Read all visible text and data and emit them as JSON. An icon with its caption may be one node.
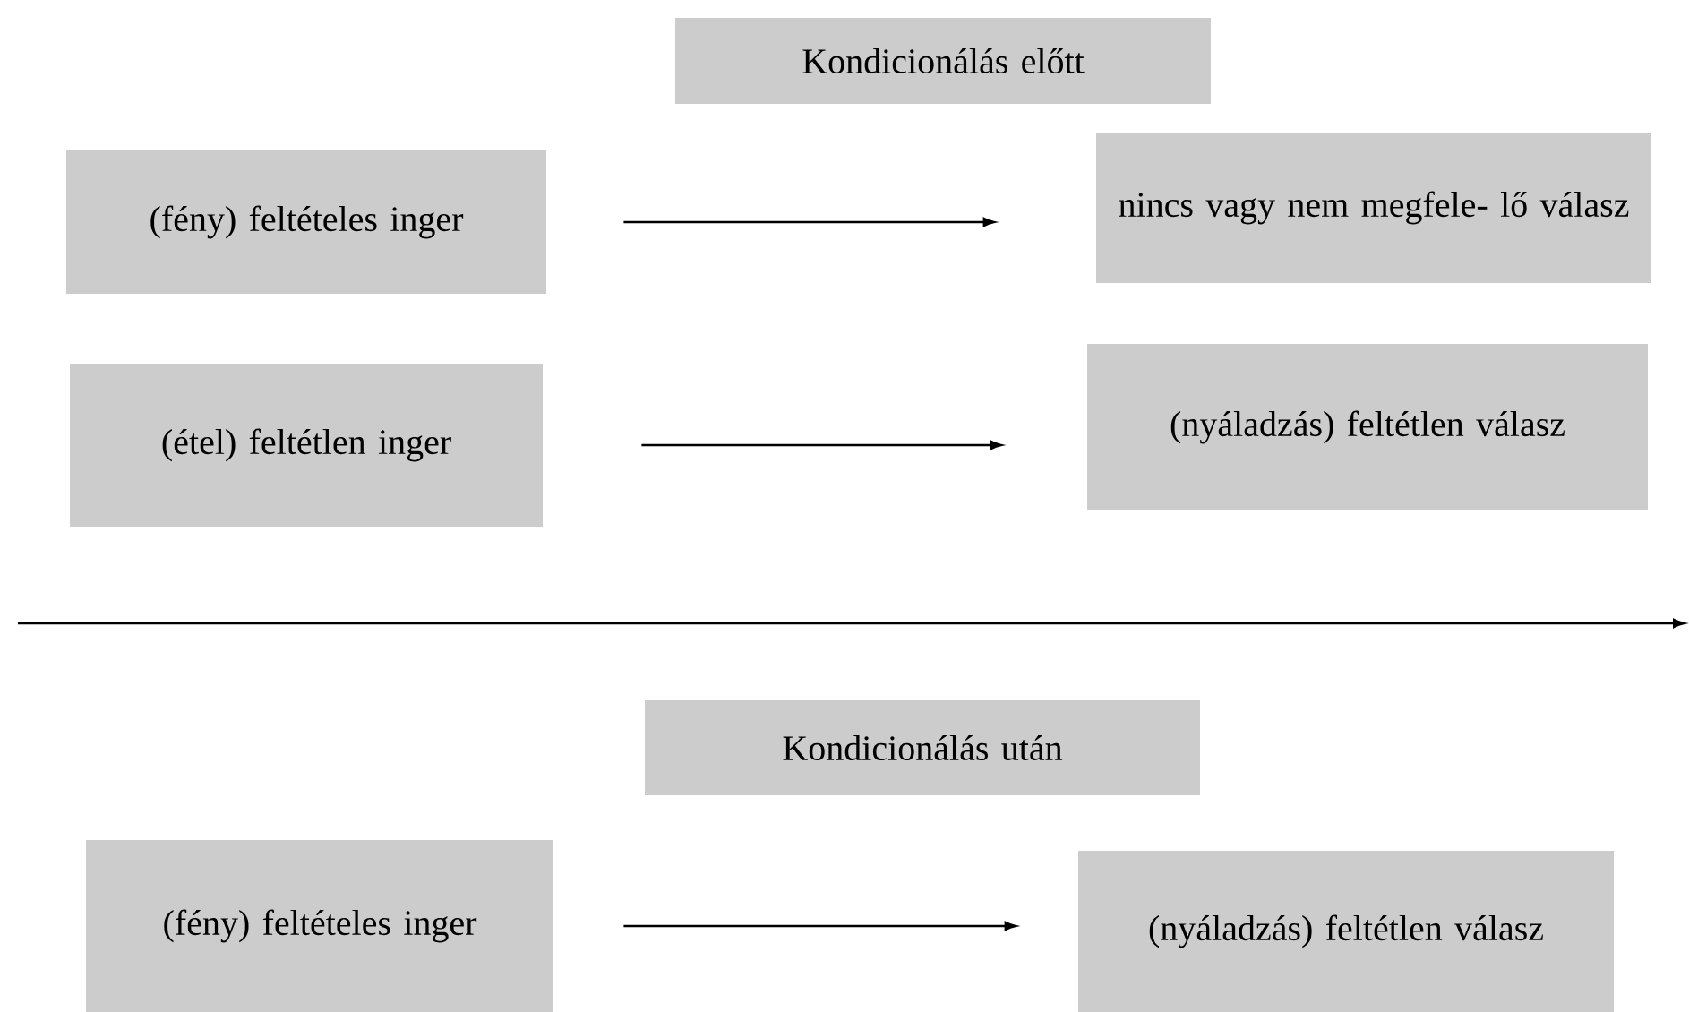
{
  "diagram": {
    "nodes": [
      {
        "text": [
          "Kondicionálás előtt"
        ]
      },
      {
        "text": [
          "(fény) feltételes inger"
        ]
      },
      {
        "text": [
          "nincs vagy nem megfele- lő válasz"
        ]
      },
      {
        "text": [
          "(étel) feltétlen inger"
        ]
      },
      {
        "text": [
          "(nyáladzás) feltétlen válasz"
        ]
      },
      {
        "text": [
          "Kondicionálás után"
        ]
      },
      {
        "text": [
          "(fény) feltételes inger"
        ]
      },
      {
        "text": [
          "(nyáladzás) feltétlen válasz"
        ]
      }
    ],
    "edges": [
      {
        "from": 1,
        "to": 2,
        "arrow": "to"
      },
      {
        "from": 3,
        "to": 4,
        "arrow": "to"
      },
      {
        "from": 6,
        "to": 7,
        "arrow": "to"
      }
    ]
  }
}
